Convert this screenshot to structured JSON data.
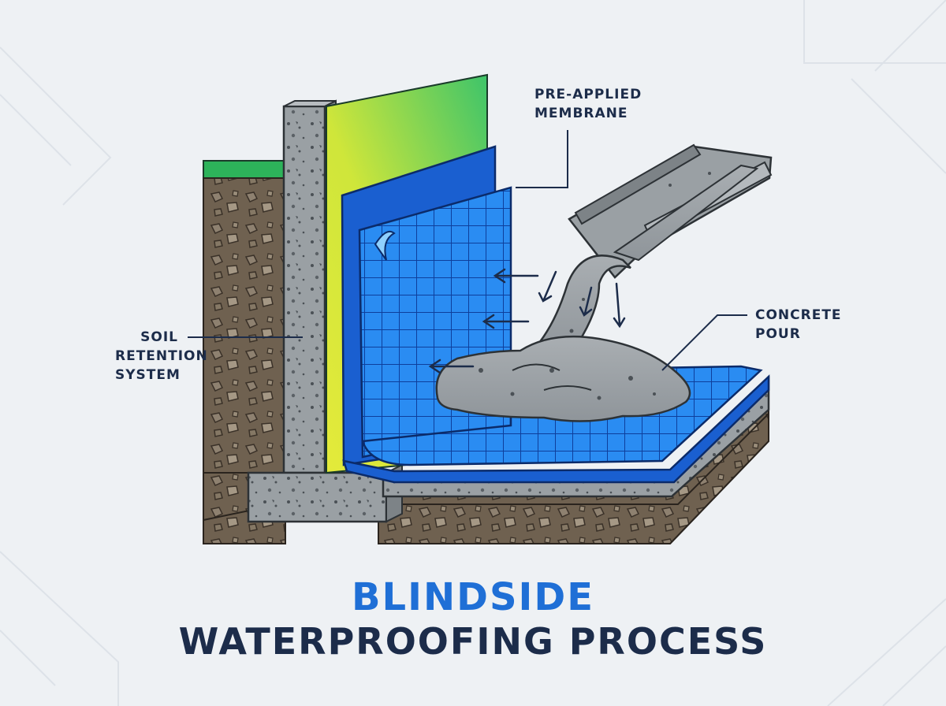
{
  "labels": {
    "membrane": [
      "PRE-APPLIED",
      "MEMBRANE"
    ],
    "concrete": [
      "CONCRETE",
      "POUR"
    ],
    "soil": [
      "SOIL",
      "RETENTION",
      "SYSTEM"
    ]
  },
  "brand": {
    "logo_text": "BLINDSIDE",
    "title": "WATERPROOFING PROCESS"
  },
  "colors": {
    "navy": "#1c2c4a",
    "brand_blue": "#1f6fd6",
    "membrane_blue": "#1e7ef0",
    "membrane_gradient_top": "#3ec46a",
    "membrane_gradient_bottom": "#d8e83a",
    "soil": "#6f6150",
    "concrete": "#9aa0a4",
    "grass": "#2db35a"
  }
}
